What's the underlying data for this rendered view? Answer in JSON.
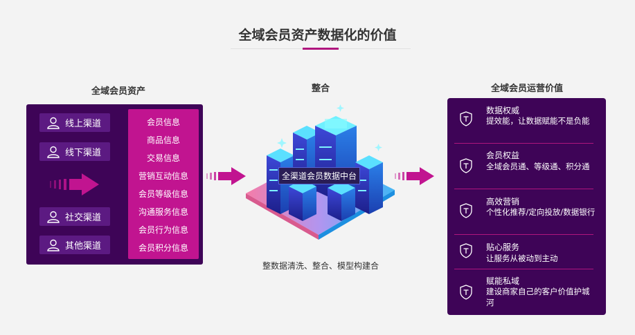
{
  "title": "全域会员资产数据化的价值",
  "columns": {
    "left": "全域会员资产",
    "middle": "整合",
    "right": "全域会员运营价值"
  },
  "channels": [
    "线上渠道",
    "线下渠道",
    "社交渠道",
    "其他渠道"
  ],
  "info_items": [
    "会员信息",
    "商品信息",
    "交易信息",
    "营销互动信息",
    "会员等级信息",
    "沟通服务信息",
    "会员行为信息",
    "会员积分信息"
  ],
  "hub_label": "全渠道会员数据中台",
  "caption": "整数据清洗、整合、模型构建合",
  "values": [
    {
      "title": "数据权威",
      "desc": "提效能，让数据赋能不是负能"
    },
    {
      "title": "会员权益",
      "desc": "全域会员通、等级通、积分通"
    },
    {
      "title": "高效营销",
      "desc": "个性化推荐/定向投放/数据银行"
    },
    {
      "title": "贴心服务",
      "desc": "让服务从被动到主动"
    },
    {
      "title": "赋能私域",
      "desc": "建设商家自己的客户价值护城河"
    }
  ],
  "colors": {
    "panel_bg": "#3e0457",
    "channel_bg": "#5c1a82",
    "accent": "#c11490",
    "arrow": "#c11490"
  }
}
